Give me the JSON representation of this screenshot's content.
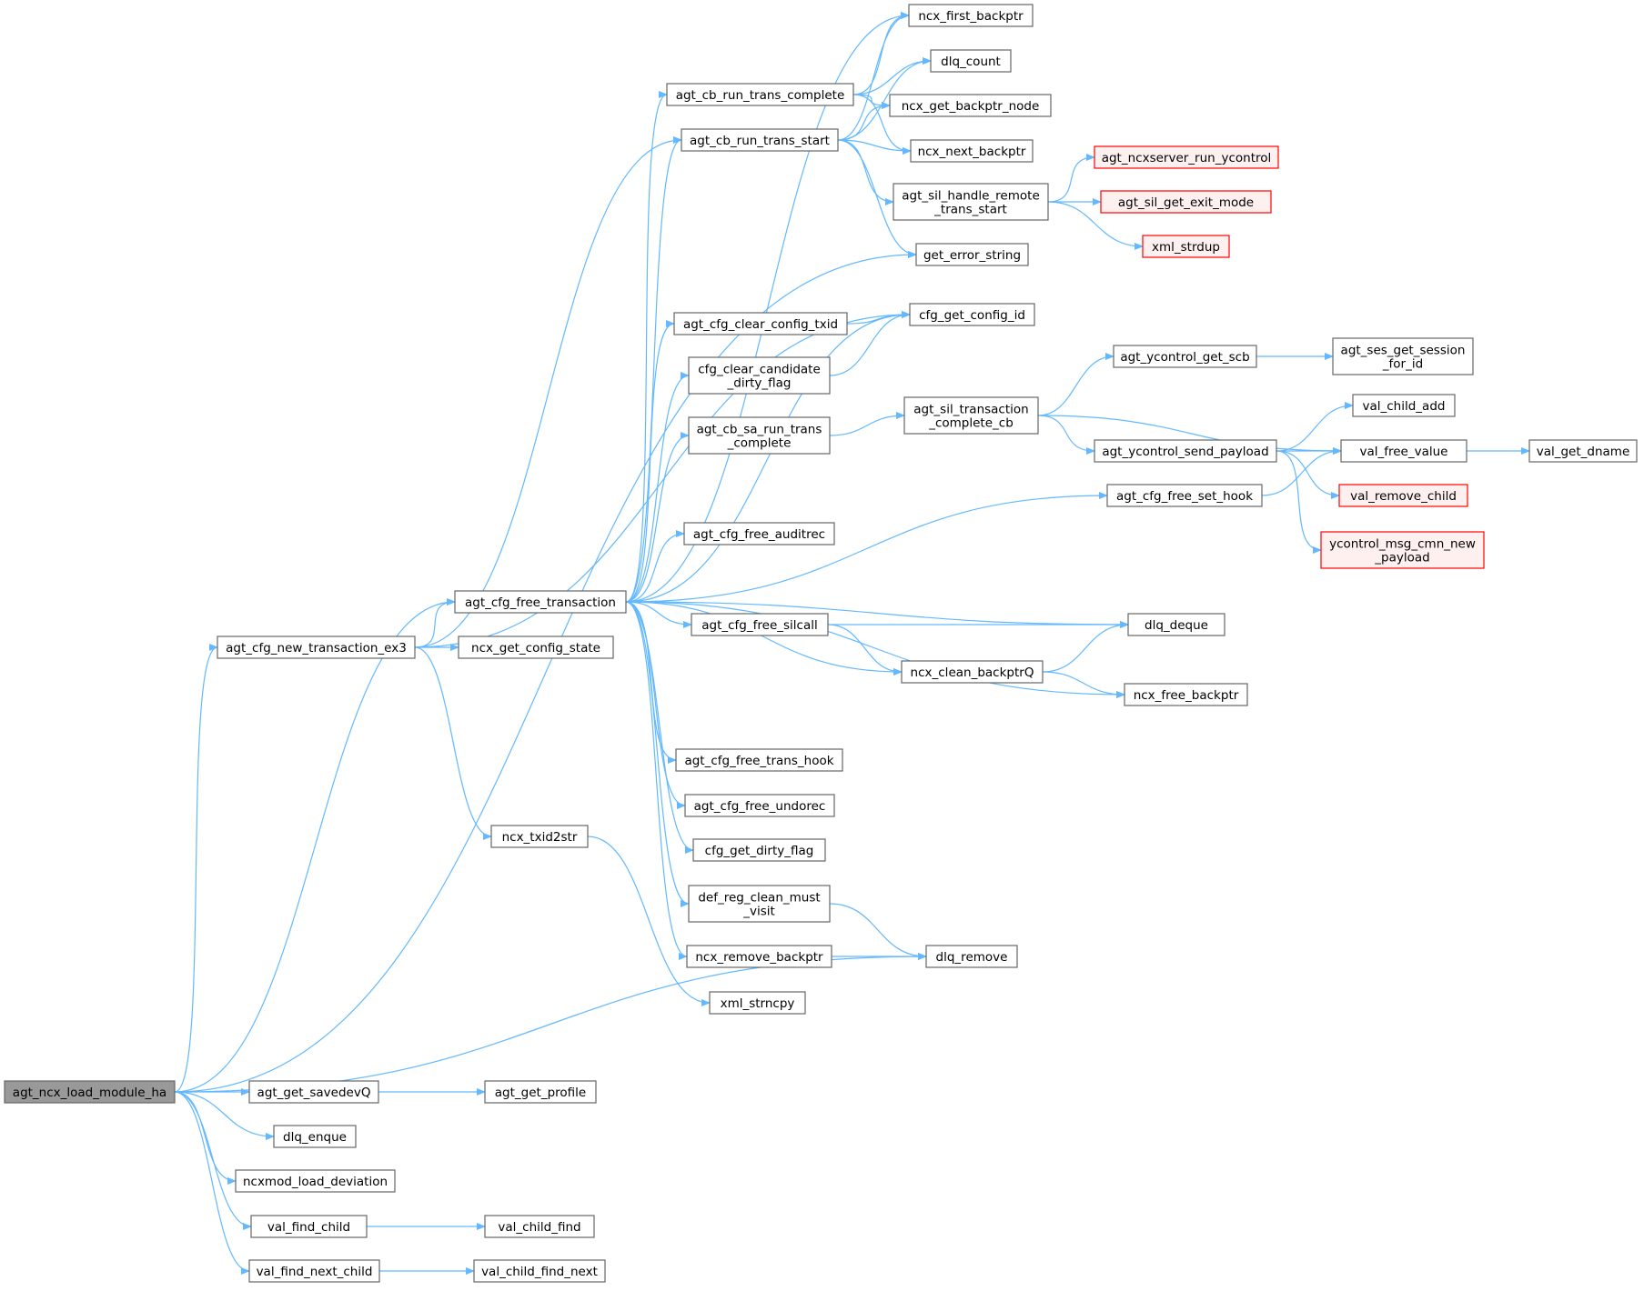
{
  "graph": {
    "kind": "call-graph",
    "colors": {
      "edge": "#63b8ff",
      "node_border": "#666666",
      "node_fill": "#ffffff",
      "root_fill": "#999999",
      "external_border": "#ff0000",
      "external_fill": "#fff0f0"
    },
    "nodes": [
      {
        "id": "n_root",
        "lines": [
          "agt_ncx_load_module_ha"
        ],
        "style": "root"
      },
      {
        "id": "n_getsavedevq",
        "lines": [
          "agt_get_savedevQ"
        ]
      },
      {
        "id": "n_getprofile",
        "lines": [
          "agt_get_profile"
        ]
      },
      {
        "id": "n_dlqenque",
        "lines": [
          "dlq_enque"
        ]
      },
      {
        "id": "n_loaddev",
        "lines": [
          "ncxmod_load_deviation"
        ]
      },
      {
        "id": "n_valfindchild",
        "lines": [
          "val_find_child"
        ]
      },
      {
        "id": "n_valchildfind",
        "lines": [
          "val_child_find"
        ]
      },
      {
        "id": "n_valfindnext",
        "lines": [
          "val_find_next_child"
        ]
      },
      {
        "id": "n_valchildfindnext",
        "lines": [
          "val_child_find_next"
        ]
      },
      {
        "id": "n_newtrans",
        "lines": [
          "agt_cfg_new_transaction_ex3"
        ]
      },
      {
        "id": "n_freetrans",
        "lines": [
          "agt_cfg_free_transaction"
        ]
      },
      {
        "id": "n_getcfgstate",
        "lines": [
          "ncx_get_config_state"
        ]
      },
      {
        "id": "n_txid2str",
        "lines": [
          "ncx_txid2str"
        ]
      },
      {
        "id": "n_xmlstrncpy",
        "lines": [
          "xml_strncpy"
        ]
      },
      {
        "id": "n_runcomplete",
        "lines": [
          "agt_cb_run_trans_complete"
        ]
      },
      {
        "id": "n_runstart",
        "lines": [
          "agt_cb_run_trans_start"
        ]
      },
      {
        "id": "n_clearcfgtxid",
        "lines": [
          "agt_cfg_clear_config_txid"
        ]
      },
      {
        "id": "n_cleardirty",
        "lines": [
          "cfg_clear_candidate",
          "_dirty_flag"
        ]
      },
      {
        "id": "n_sarun",
        "lines": [
          "agt_cb_sa_run_trans",
          "_complete"
        ]
      },
      {
        "id": "n_freeaudit",
        "lines": [
          "agt_cfg_free_auditrec"
        ]
      },
      {
        "id": "n_freesilcall",
        "lines": [
          "agt_cfg_free_silcall"
        ]
      },
      {
        "id": "n_freetranshook",
        "lines": [
          "agt_cfg_free_trans_hook"
        ]
      },
      {
        "id": "n_freeundo",
        "lines": [
          "agt_cfg_free_undorec"
        ]
      },
      {
        "id": "n_getdirty",
        "lines": [
          "cfg_get_dirty_flag"
        ]
      },
      {
        "id": "n_defreg",
        "lines": [
          "def_reg_clean_must",
          "_visit"
        ]
      },
      {
        "id": "n_removebp",
        "lines": [
          "ncx_remove_backptr"
        ]
      },
      {
        "id": "n_firstbp",
        "lines": [
          "ncx_first_backptr"
        ]
      },
      {
        "id": "n_dlqcount",
        "lines": [
          "dlq_count"
        ]
      },
      {
        "id": "n_getbpnode",
        "lines": [
          "ncx_get_backptr_node"
        ]
      },
      {
        "id": "n_nextbp",
        "lines": [
          "ncx_next_backptr"
        ]
      },
      {
        "id": "n_silremote",
        "lines": [
          "agt_sil_handle_remote",
          "_trans_start"
        ]
      },
      {
        "id": "n_geterr",
        "lines": [
          "get_error_string"
        ]
      },
      {
        "id": "n_getcfgid",
        "lines": [
          "cfg_get_config_id"
        ]
      },
      {
        "id": "n_siltranscb",
        "lines": [
          "agt_sil_transaction",
          "_complete_cb"
        ]
      },
      {
        "id": "n_freesethook",
        "lines": [
          "agt_cfg_free_set_hook"
        ]
      },
      {
        "id": "n_dlqdeque",
        "lines": [
          "dlq_deque"
        ]
      },
      {
        "id": "n_cleanbpq",
        "lines": [
          "ncx_clean_backptrQ"
        ]
      },
      {
        "id": "n_freebp",
        "lines": [
          "ncx_free_backptr"
        ]
      },
      {
        "id": "n_dlqremove",
        "lines": [
          "dlq_remove"
        ]
      },
      {
        "id": "n_ycontrolrun",
        "lines": [
          "agt_ncxserver_run_ycontrol"
        ],
        "style": "external"
      },
      {
        "id": "n_exitmode",
        "lines": [
          "agt_sil_get_exit_mode"
        ],
        "style": "external"
      },
      {
        "id": "n_xmlstrdup",
        "lines": [
          "xml_strdup"
        ],
        "style": "external"
      },
      {
        "id": "n_getscb",
        "lines": [
          "agt_ycontrol_get_scb"
        ]
      },
      {
        "id": "n_sendpayload",
        "lines": [
          "agt_ycontrol_send_payload"
        ]
      },
      {
        "id": "n_sesforid",
        "lines": [
          "agt_ses_get_session",
          "_for_id"
        ]
      },
      {
        "id": "n_valchildadd",
        "lines": [
          "val_child_add"
        ]
      },
      {
        "id": "n_valfreevalue",
        "lines": [
          "val_free_value"
        ]
      },
      {
        "id": "n_valremovechild",
        "lines": [
          "val_remove_child"
        ],
        "style": "external"
      },
      {
        "id": "n_ycmsg",
        "lines": [
          "ycontrol_msg_cmn_new",
          "_payload"
        ],
        "style": "external"
      },
      {
        "id": "n_valgetdname",
        "lines": [
          "val_get_dname"
        ]
      }
    ],
    "edges": [
      [
        "n_root",
        "n_getsavedevq"
      ],
      [
        "n_root",
        "n_dlqenque"
      ],
      [
        "n_root",
        "n_loaddev"
      ],
      [
        "n_root",
        "n_valfindchild"
      ],
      [
        "n_root",
        "n_valfindnext"
      ],
      [
        "n_root",
        "n_newtrans"
      ],
      [
        "n_root",
        "n_freetrans"
      ],
      [
        "n_root",
        "n_geterr"
      ],
      [
        "n_root",
        "n_dlqremove"
      ],
      [
        "n_getsavedevq",
        "n_getprofile"
      ],
      [
        "n_valfindchild",
        "n_valchildfind"
      ],
      [
        "n_valfindnext",
        "n_valchildfindnext"
      ],
      [
        "n_newtrans",
        "n_freetrans"
      ],
      [
        "n_newtrans",
        "n_getcfgstate"
      ],
      [
        "n_newtrans",
        "n_txid2str"
      ],
      [
        "n_newtrans",
        "n_runstart"
      ],
      [
        "n_newtrans",
        "n_getcfgid"
      ],
      [
        "n_txid2str",
        "n_xmlstrncpy"
      ],
      [
        "n_freetrans",
        "n_firstbp"
      ],
      [
        "n_freetrans",
        "n_runcomplete"
      ],
      [
        "n_freetrans",
        "n_runstart"
      ],
      [
        "n_freetrans",
        "n_getcfgid"
      ],
      [
        "n_freetrans",
        "n_clearcfgtxid"
      ],
      [
        "n_freetrans",
        "n_cleardirty"
      ],
      [
        "n_freetrans",
        "n_sarun"
      ],
      [
        "n_freetrans",
        "n_freesethook"
      ],
      [
        "n_freetrans",
        "n_freeaudit"
      ],
      [
        "n_freetrans",
        "n_dlqdeque"
      ],
      [
        "n_freetrans",
        "n_freesilcall"
      ],
      [
        "n_freetrans",
        "n_cleanbpq"
      ],
      [
        "n_freetrans",
        "n_freebp"
      ],
      [
        "n_freetrans",
        "n_freetranshook"
      ],
      [
        "n_freetrans",
        "n_freeundo"
      ],
      [
        "n_freetrans",
        "n_getdirty"
      ],
      [
        "n_freetrans",
        "n_defreg"
      ],
      [
        "n_freetrans",
        "n_removebp"
      ],
      [
        "n_runcomplete",
        "n_firstbp"
      ],
      [
        "n_runcomplete",
        "n_dlqcount"
      ],
      [
        "n_runcomplete",
        "n_getbpnode"
      ],
      [
        "n_runcomplete",
        "n_nextbp"
      ],
      [
        "n_runstart",
        "n_firstbp"
      ],
      [
        "n_runstart",
        "n_dlqcount"
      ],
      [
        "n_runstart",
        "n_getbpnode"
      ],
      [
        "n_runstart",
        "n_nextbp"
      ],
      [
        "n_runstart",
        "n_silremote"
      ],
      [
        "n_runstart",
        "n_geterr"
      ],
      [
        "n_silremote",
        "n_ycontrolrun"
      ],
      [
        "n_silremote",
        "n_exitmode"
      ],
      [
        "n_silremote",
        "n_xmlstrdup"
      ],
      [
        "n_clearcfgtxid",
        "n_getcfgid"
      ],
      [
        "n_cleardirty",
        "n_getcfgid"
      ],
      [
        "n_sarun",
        "n_siltranscb"
      ],
      [
        "n_siltranscb",
        "n_getscb"
      ],
      [
        "n_siltranscb",
        "n_sendpayload"
      ],
      [
        "n_siltranscb",
        "n_valfreevalue"
      ],
      [
        "n_getscb",
        "n_sesforid"
      ],
      [
        "n_sendpayload",
        "n_valchildadd"
      ],
      [
        "n_sendpayload",
        "n_valfreevalue"
      ],
      [
        "n_sendpayload",
        "n_valremovechild"
      ],
      [
        "n_sendpayload",
        "n_ycmsg"
      ],
      [
        "n_freesethook",
        "n_valfreevalue"
      ],
      [
        "n_valfreevalue",
        "n_valgetdname"
      ],
      [
        "n_freesilcall",
        "n_dlqdeque"
      ],
      [
        "n_freesilcall",
        "n_cleanbpq"
      ],
      [
        "n_cleanbpq",
        "n_dlqdeque"
      ],
      [
        "n_cleanbpq",
        "n_freebp"
      ],
      [
        "n_defreg",
        "n_dlqremove"
      ],
      [
        "n_removebp",
        "n_dlqremove"
      ]
    ]
  }
}
